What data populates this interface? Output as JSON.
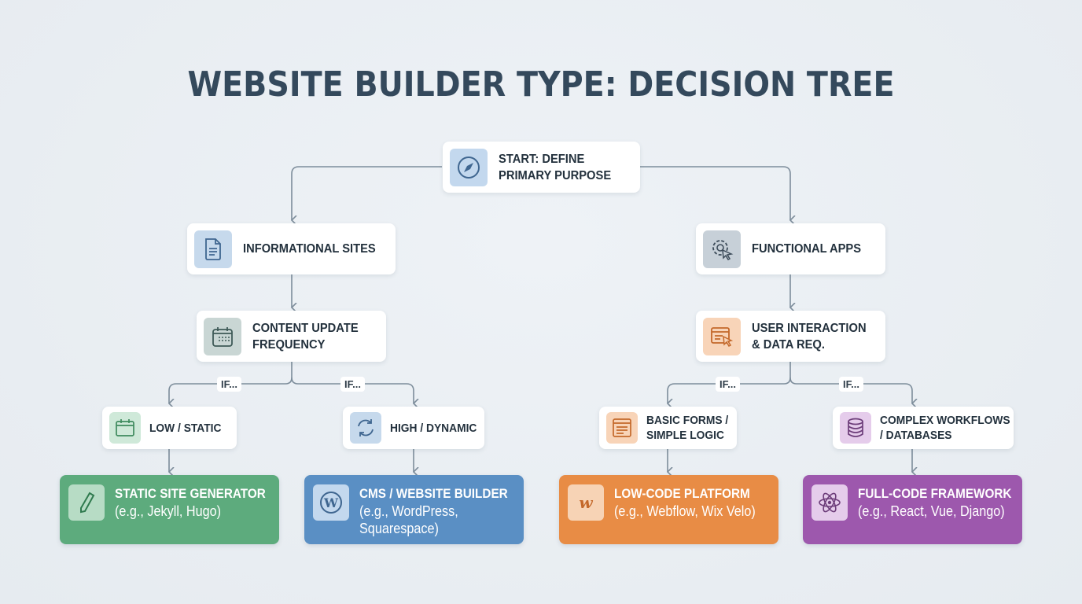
{
  "title": "WEBSITE BUILDER TYPE: DECISION TREE",
  "colors": {
    "title": "#34495c",
    "connector": "#7d8d9b",
    "green": "#5dab7d",
    "blue": "#5a8fc4",
    "orange": "#e88c45",
    "purple": "#9d58ad"
  },
  "nodes": {
    "start": {
      "label_line1": "START: DEFINE",
      "label_line2": "PRIMARY PURPOSE",
      "icon": "compass-icon"
    },
    "informational": {
      "label": "INFORMATIONAL SITES",
      "icon": "document-icon"
    },
    "functional": {
      "label": "FUNCTIONAL APPS",
      "icon": "gear-cursor-icon"
    },
    "content_update": {
      "label_line1": "CONTENT UPDATE",
      "label_line2": "FREQUENCY",
      "icon": "calendar-icon"
    },
    "user_interaction": {
      "label_line1": "USER INTERACTION",
      "label_line2": "& DATA REQ.",
      "icon": "window-cursor-icon"
    },
    "low_static": {
      "label": "LOW / STATIC",
      "icon": "calendar-icon"
    },
    "high_dynamic": {
      "label": "HIGH / DYNAMIC",
      "icon": "refresh-icon"
    },
    "basic_forms": {
      "label_line1": "BASIC FORMS /",
      "label_line2": "SIMPLE LOGIC",
      "icon": "form-icon"
    },
    "complex_workflows": {
      "label_line1": "COMPLEX WORKFLOWS",
      "label_line2": "/ DATABASES",
      "icon": "database-icon"
    }
  },
  "if_labels": [
    "IF...",
    "IF...",
    "IF...",
    "IF..."
  ],
  "results": [
    {
      "title": "STATIC SITE GENERATOR",
      "subtitle": "(e.g., Jekyll, Hugo)",
      "icon": "pen-icon"
    },
    {
      "title": "CMS / WEBSITE BUILDER",
      "subtitle": "(e.g., WordPress, Squarespace)",
      "icon": "wordpress-icon"
    },
    {
      "title": "LOW-CODE PLATFORM",
      "subtitle": "(e.g., Webflow, Wix Velo)",
      "icon": "webflow-icon"
    },
    {
      "title": "FULL-CODE FRAMEWORK",
      "subtitle": "(e.g., React, Vue, Django)",
      "icon": "react-atom-icon"
    }
  ]
}
